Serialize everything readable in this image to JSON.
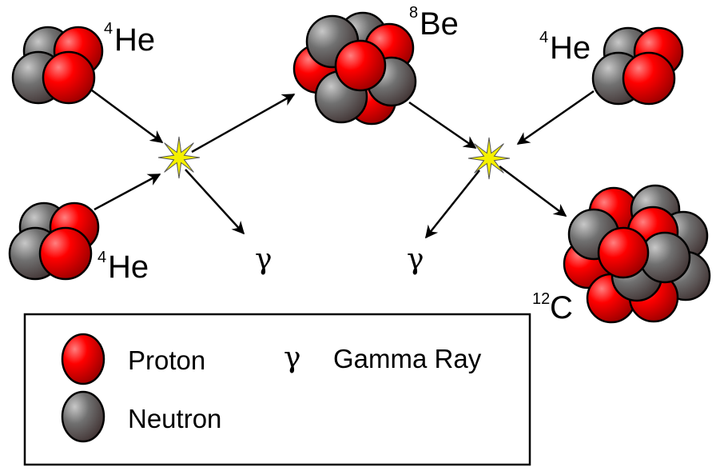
{
  "title": "Triple-alpha process diagram",
  "nuclei": {
    "he_top_left": {
      "mass": "4",
      "symbol": "He"
    },
    "he_bottom_left": {
      "mass": "4",
      "symbol": "He"
    },
    "be": {
      "mass": "8",
      "symbol": "Be"
    },
    "he_right": {
      "mass": "4",
      "symbol": "He"
    },
    "c": {
      "mass": "12",
      "symbol": "C"
    }
  },
  "gamma_symbol": "γ",
  "legend": {
    "proton": "Proton",
    "neutron": "Neutron",
    "gamma_symbol": "γ",
    "gamma": "Gamma Ray"
  },
  "colors": {
    "proton": "#ff0000",
    "neutron": "#666666",
    "flash": "#f5f000",
    "stroke": "#000000"
  }
}
